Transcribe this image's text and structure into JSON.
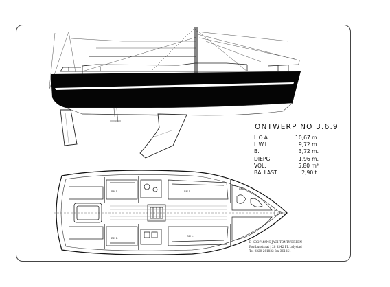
{
  "design": {
    "title": "ONTWERP NO 3.6.9",
    "specs": [
      {
        "label": "L.O.A.",
        "value": "10,67 m."
      },
      {
        "label": "L.W.L.",
        "value": "9,72 m."
      },
      {
        "label": "B.",
        "value": "3,72 m."
      },
      {
        "label": "DIEPG.",
        "value": "1,96 m."
      },
      {
        "label": "VOL.",
        "value": "5,80 m³"
      },
      {
        "label": "BALLAST",
        "value": "2,90 t."
      }
    ]
  },
  "builder": {
    "line1": "D KOOPMANS JACHTONTWERPEN",
    "line2": "Postbusstraat | 28 8342 PL Lelystad",
    "line3": "Tel 0320-261832 fax 361851"
  },
  "plan_labels": {
    "aft_port": "BH L",
    "aft_starboard": "BH L",
    "saloon": "BH L",
    "fwd_cabin": "BH L",
    "aft_dim": "BH L"
  },
  "colors": {
    "hull": "#050505",
    "line": "#222222",
    "paper": "#ffffff"
  }
}
